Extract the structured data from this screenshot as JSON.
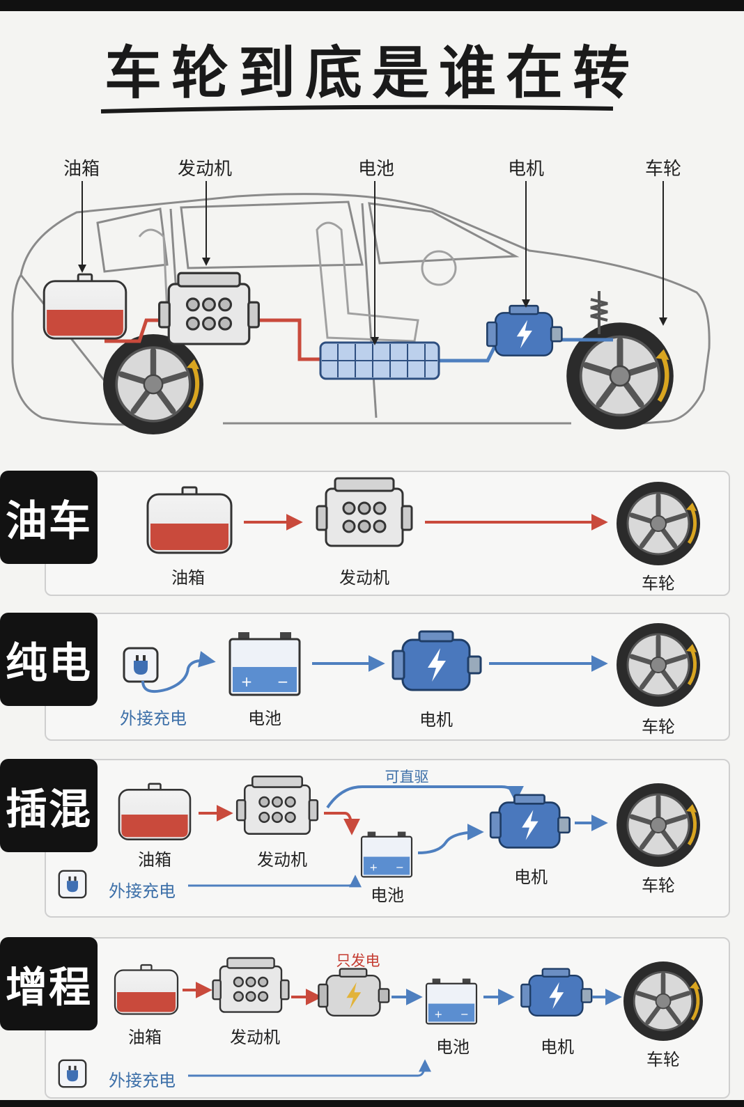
{
  "title": "车轮到底是谁在转",
  "car_labels": {
    "tank": "油箱",
    "engine": "发动机",
    "battery": "电池",
    "motor": "电机",
    "wheel": "车轮"
  },
  "rows": [
    {
      "name": "油车",
      "labels": {
        "tank": "油箱",
        "engine": "发动机",
        "wheel": "车轮"
      }
    },
    {
      "name": "纯电",
      "labels": {
        "plug": "外接充电",
        "battery": "电池",
        "motor": "电机",
        "wheel": "车轮"
      }
    },
    {
      "name": "插混",
      "labels": {
        "tank": "油箱",
        "engine": "发动机",
        "direct": "可直驱",
        "battery": "电池",
        "motor": "电机",
        "wheel": "车轮",
        "plug": "外接充电"
      }
    },
    {
      "name": "增程",
      "labels": {
        "tank": "油箱",
        "engine": "发动机",
        "generator": "只发电",
        "battery": "电池",
        "motor": "电机",
        "wheel": "车轮",
        "plug": "外接充电"
      }
    }
  ],
  "colors": {
    "fuel": "#c94a3c",
    "electric": "#4e7fbf",
    "motor_blue": "#3f6fb3",
    "wheel_arrow": "#d9a520"
  }
}
